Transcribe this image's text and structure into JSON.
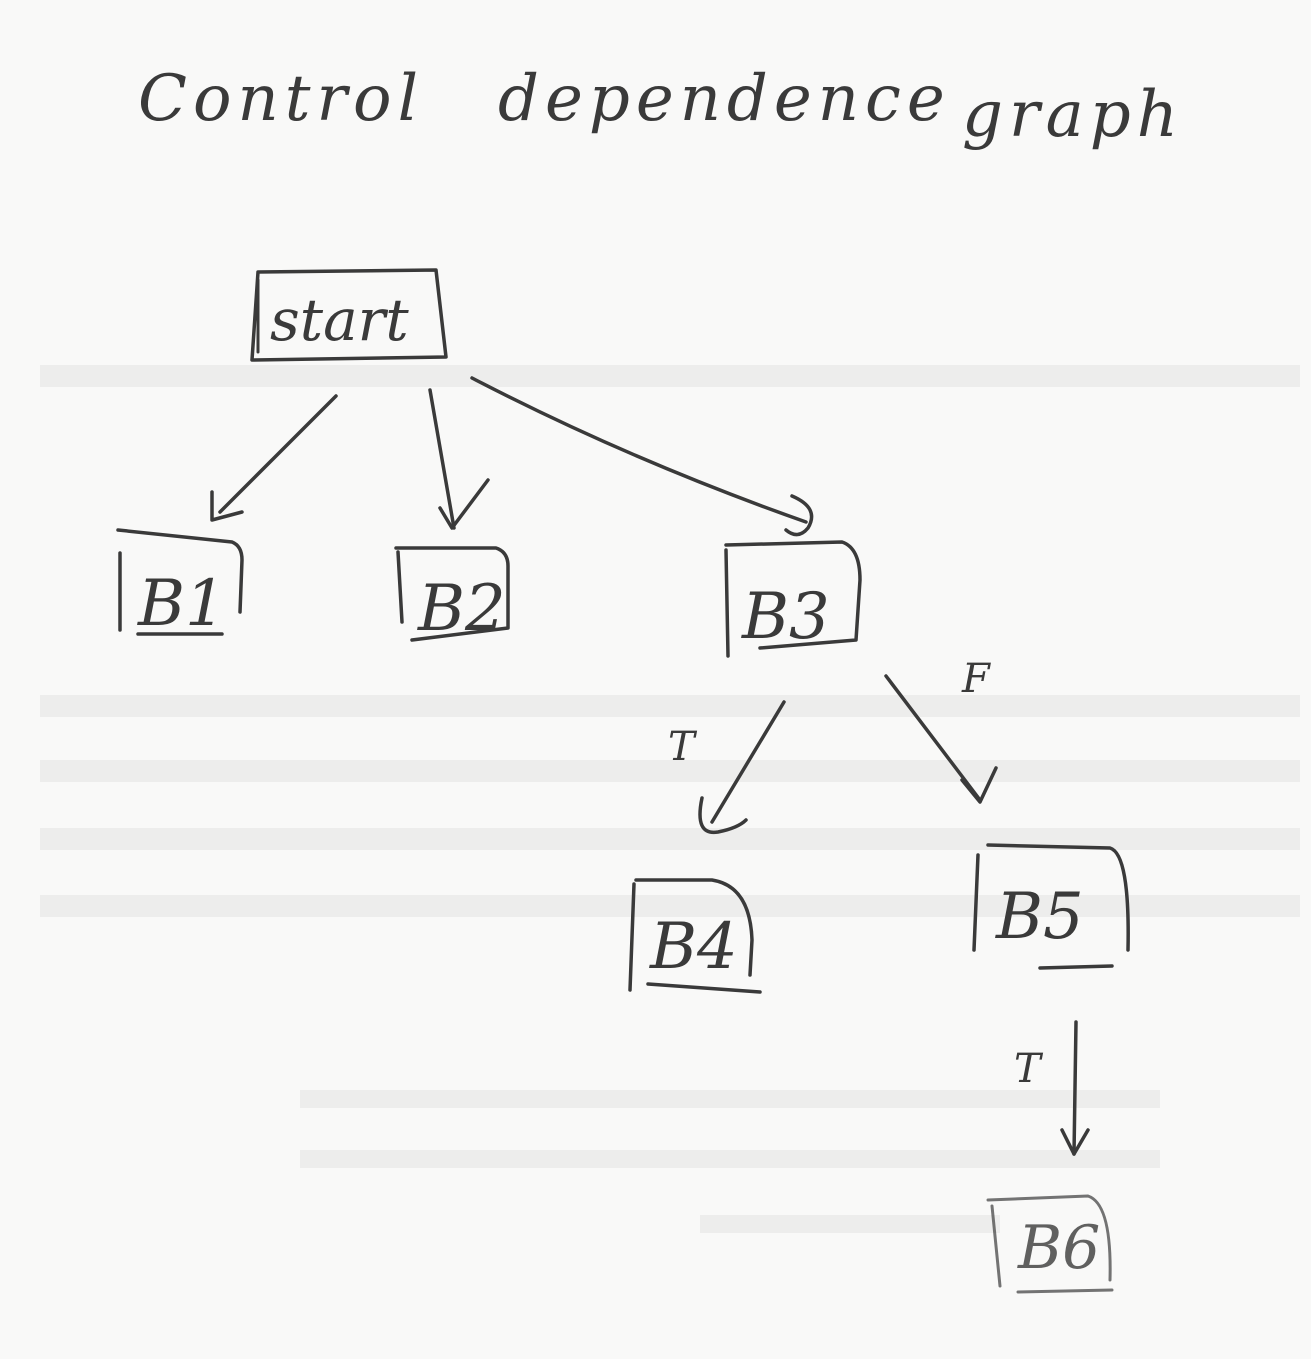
{
  "title": {
    "word1": "Control",
    "word2": "dependence",
    "word3": "graph"
  },
  "nodes": {
    "start": "start",
    "b1": "B1",
    "b2": "B2",
    "b3": "B3",
    "b4": "B4",
    "b5": "B5",
    "b6": "B6"
  },
  "edges": [
    {
      "from": "start",
      "to": "B1",
      "label": ""
    },
    {
      "from": "start",
      "to": "B2",
      "label": ""
    },
    {
      "from": "start",
      "to": "B3",
      "label": ""
    },
    {
      "from": "B3",
      "to": "B4",
      "label": "T"
    },
    {
      "from": "B3",
      "to": "B5",
      "label": "F"
    },
    {
      "from": "B5",
      "to": "B6",
      "label": "T"
    }
  ],
  "edge_labels": {
    "b3_b4": "T",
    "b3_b5": "F",
    "b5_b6": "T"
  },
  "colors": {
    "ink": "#3a3a3a",
    "paper": "#f9f9f8",
    "bleed": "#9a9a9a"
  }
}
